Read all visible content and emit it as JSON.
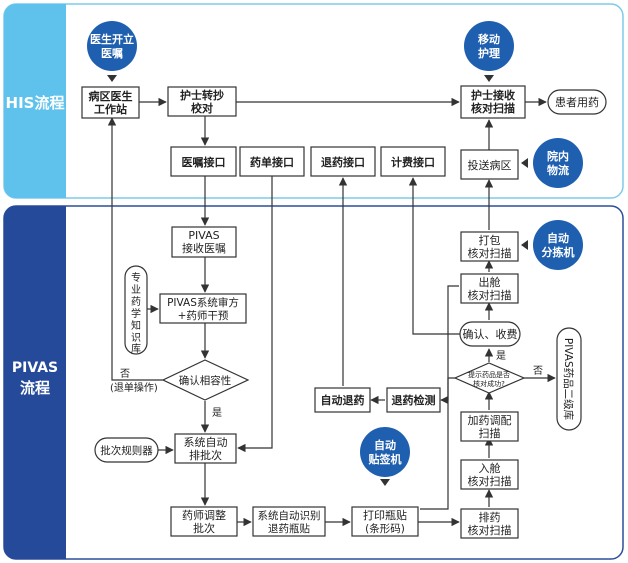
{
  "sections": {
    "his": "HIS流程",
    "pivas_a": "PIVAS",
    "pivas_b": "流程"
  },
  "circles": {
    "doctor": [
      "医生开立",
      "医嘱"
    ],
    "mobile": [
      "移动",
      "护理"
    ],
    "logistics": [
      "院内",
      "物流"
    ],
    "sorter": [
      "自动",
      "分拣机"
    ],
    "labeler": [
      "自动",
      "贴签机"
    ]
  },
  "boxes": {
    "ward_station": [
      "病区医生",
      "工作站"
    ],
    "nurse_transcribe": [
      "护士转抄",
      "校对"
    ],
    "nurse_receive": [
      "护士接收",
      "核对扫描"
    ],
    "patient_use": [
      "患者用药"
    ],
    "order_api": [
      "医嘱接口"
    ],
    "drug_api": [
      "药单接口"
    ],
    "return_api": [
      "退药接口"
    ],
    "billing_api": [
      "计费接口"
    ],
    "deliver": [
      "投送病区"
    ],
    "pivas_receive": [
      "PIVAS",
      "接收医嘱"
    ],
    "knowledge": [
      "专",
      "业",
      "药",
      "学",
      "知",
      "识",
      "库"
    ],
    "review": [
      "PIVAS系统审方",
      "+药师干预"
    ],
    "compat": [
      "确认相容性"
    ],
    "batch_rules": [
      "批次规则器"
    ],
    "auto_batch": [
      "系统自动",
      "排批次"
    ],
    "pharm_adjust": [
      "药师调整",
      "批次"
    ],
    "auto_recognize": [
      "系统自动识别",
      "退药瓶贴"
    ],
    "print_label": [
      "打印瓶贴",
      "(条形码)"
    ],
    "sort_scan": [
      "排药",
      "核对扫描"
    ],
    "in_scan": [
      "入舱",
      "核对扫描"
    ],
    "add_scan": [
      "加药调配",
      "扫描"
    ],
    "success_q": [
      "提示药品是否",
      "核对成功?"
    ],
    "confirm_fee": [
      "确认、收费"
    ],
    "out_scan": [
      "出舱",
      "核对扫描"
    ],
    "pack_scan": [
      "打包",
      "核对扫描"
    ],
    "auto_return": [
      "自动退药"
    ],
    "return_check": [
      "退药检测"
    ],
    "warehouse": [
      "PIVAS药品二级库"
    ]
  },
  "labels": {
    "no_left": [
      "否",
      "(退单操作)"
    ],
    "yes_compat": "是",
    "yes_success": "是",
    "no_success": "否"
  },
  "colors": {
    "his_border": "#7fcbe8",
    "his_band": "#5ec2ec",
    "pivas_border": "#2e4f9b",
    "pivas_band": "#254a9a",
    "circle": "#1f5fb0",
    "line": "#333333"
  }
}
